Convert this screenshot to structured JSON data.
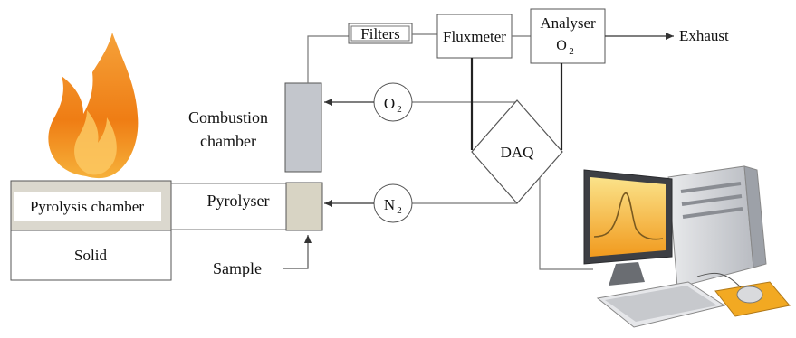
{
  "labels": {
    "filters": "Filters",
    "fluxmeter": "Fluxmeter",
    "analyser": "Analyser",
    "analyser_gas": "O",
    "analyser_gas_sub": "2",
    "exhaust": "Exhaust",
    "combustion_line1": "Combustion",
    "combustion_line2": "chamber",
    "o2": "O",
    "o2_sub": "2",
    "n2": "N",
    "n2_sub": "2",
    "daq": "DAQ",
    "pyrolysis_chamber": "Pyrolysis chamber",
    "solid": "Solid",
    "pyrolyser": "Pyrolyser",
    "sample": "Sample"
  },
  "colors": {
    "line": "#555555",
    "combustion_fill": "#c3c6cc",
    "pyrolyser_fill": "#d8d4c4",
    "chamber_band": "#dbd8ce",
    "flame_outer": "#f08a1c",
    "flame_inner": "#fbc84a",
    "monitor_screen": "#f3a630"
  },
  "icons": [
    "flame-icon",
    "computer-icon"
  ]
}
